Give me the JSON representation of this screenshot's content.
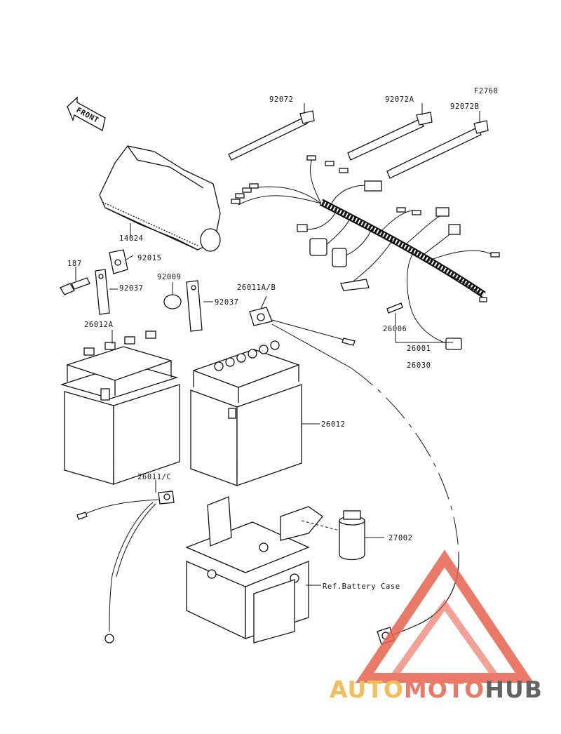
{
  "diagram_code": "F2760",
  "front_label": "FRONT",
  "ref_label": "Ref.Battery Case",
  "parts": {
    "p92072": "92072",
    "p92072a": "92072A",
    "p92072b": "92072B",
    "p14024": "14024",
    "p187": "187",
    "p92015": "92015",
    "p92037a": "92037",
    "p92009": "92009",
    "p92037b": "92037",
    "p26011ab": "26011A/B",
    "p26006": "26006",
    "p26001": "26001",
    "p26030": "26030",
    "p26012a": "26012A",
    "p26012": "26012",
    "p26011c": "26011/C",
    "p27002": "27002"
  },
  "watermark": {
    "part1": "AUTO",
    "part2": "MOTO",
    "part3": "HUB",
    "colors": {
      "auto": "#f2b33d",
      "moto": "#e8624e",
      "hub": "#4a4a4a",
      "triangle": "#e8624e"
    }
  }
}
